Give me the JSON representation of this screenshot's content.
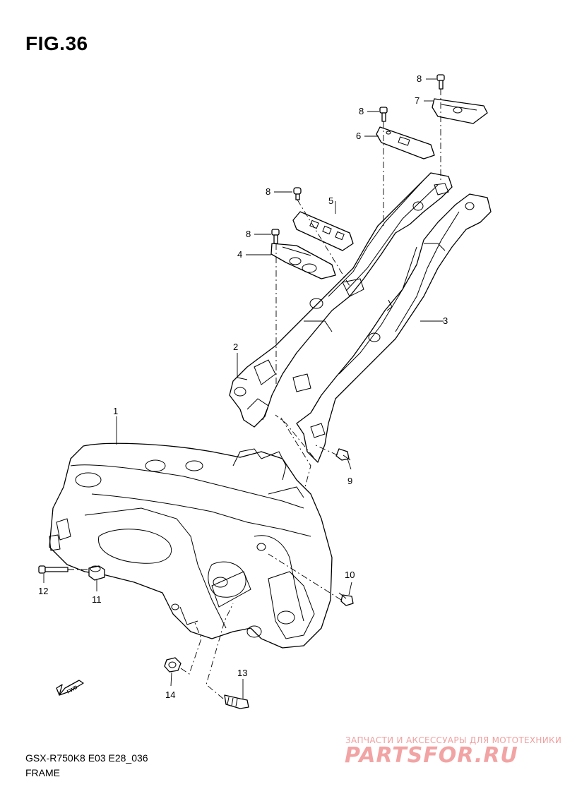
{
  "figure": {
    "title": "FIG.36",
    "model_code": "GSX-R750K8 E03 E28_036",
    "section_name": "FRAME"
  },
  "callouts": {
    "c1": "1",
    "c2": "2",
    "c3": "3",
    "c4": "4",
    "c5": "5",
    "c6": "6",
    "c7": "7",
    "c8a": "8",
    "c8b": "8",
    "c8c": "8",
    "c8d": "8",
    "c9": "9",
    "c10": "10",
    "c11": "11",
    "c12": "12",
    "c13": "13",
    "c14": "14"
  },
  "fwd_marker": "FWD",
  "watermark": {
    "tagline": "ЗАПЧАСТИ И АКСЕССУАРЫ ДЛЯ МОТОТЕХНИКИ",
    "logo": "PARTSFOR.RU"
  }
}
